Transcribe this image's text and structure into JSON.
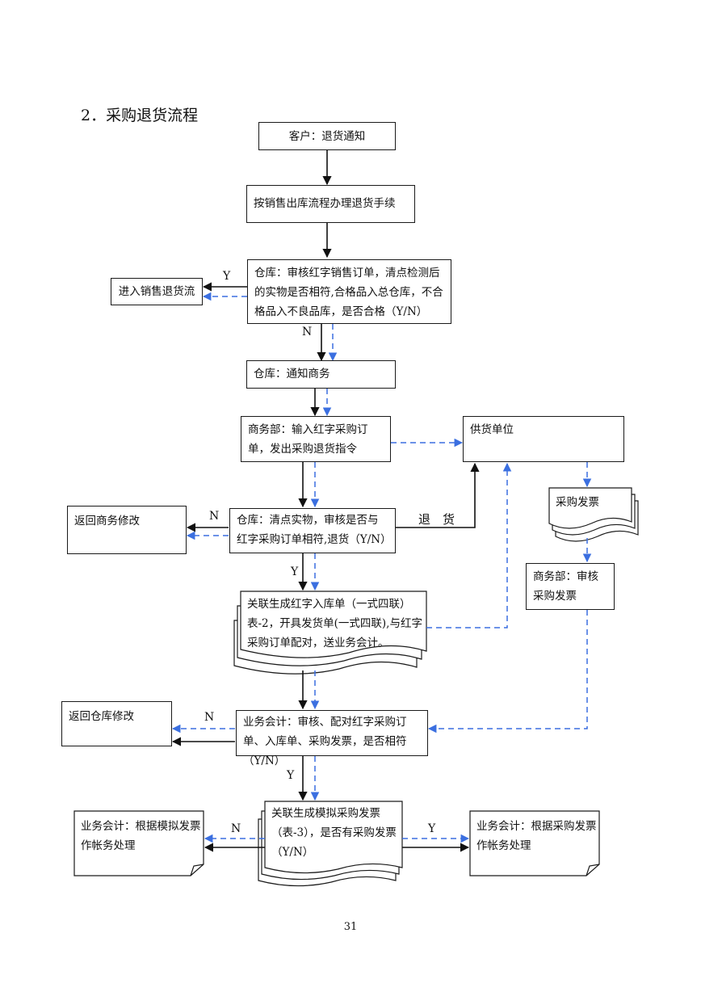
{
  "title": "2．采购退货流程",
  "page_number": "31",
  "colors": {
    "solid": "#111111",
    "dashed": "#3b6fe0"
  },
  "nodes": {
    "customer_notice": "客户：退货通知",
    "handle_return": "按销售出库流程办理退货手续",
    "warehouse_check": "仓库：审核红字销售订单，清点检测后的实物是否相符,合格品入总仓库，不合格品入不良品库，是否合格（Y/N）",
    "enter_sales_return": "进入销售退货流",
    "warehouse_notify": "仓库：通知商务",
    "business_input": "商务部：输入红字采购订单，发出采购退货指令",
    "supplier": "供货单位",
    "purchase_invoice": "采购发票",
    "business_review_invoice": "商务部：审核采购发票",
    "return_business_modify": "返回商务修改",
    "warehouse_count": "仓库：清点实物，审核是否与红字采购订单相符,退货（Y/N）",
    "generate_inbound": "关联生成红字入库单（一式四联）表-2，开具发货单(一式四联),与红字采购订单配对，送业务会计。",
    "return_warehouse_modify": "返回仓库修改",
    "accountant_review": "业务会计：审核、配对红字采购订单、入库单、采购发票，是否相符（Y/N）",
    "generate_sim_invoice": "关联生成模拟采购发票（表-3），是否有采购发票（Y/N）",
    "accountant_sim": "业务会计：根据模拟发票作帐务处理",
    "accountant_real": "业务会计：根据采购发票作帐务处理"
  },
  "edge_labels": {
    "y1": "Y",
    "n1": "N",
    "n2": "N",
    "return_goods": "退　货",
    "y2": "Y",
    "n3": "N",
    "y3": "Y",
    "n4": "N",
    "y4": "Y"
  }
}
